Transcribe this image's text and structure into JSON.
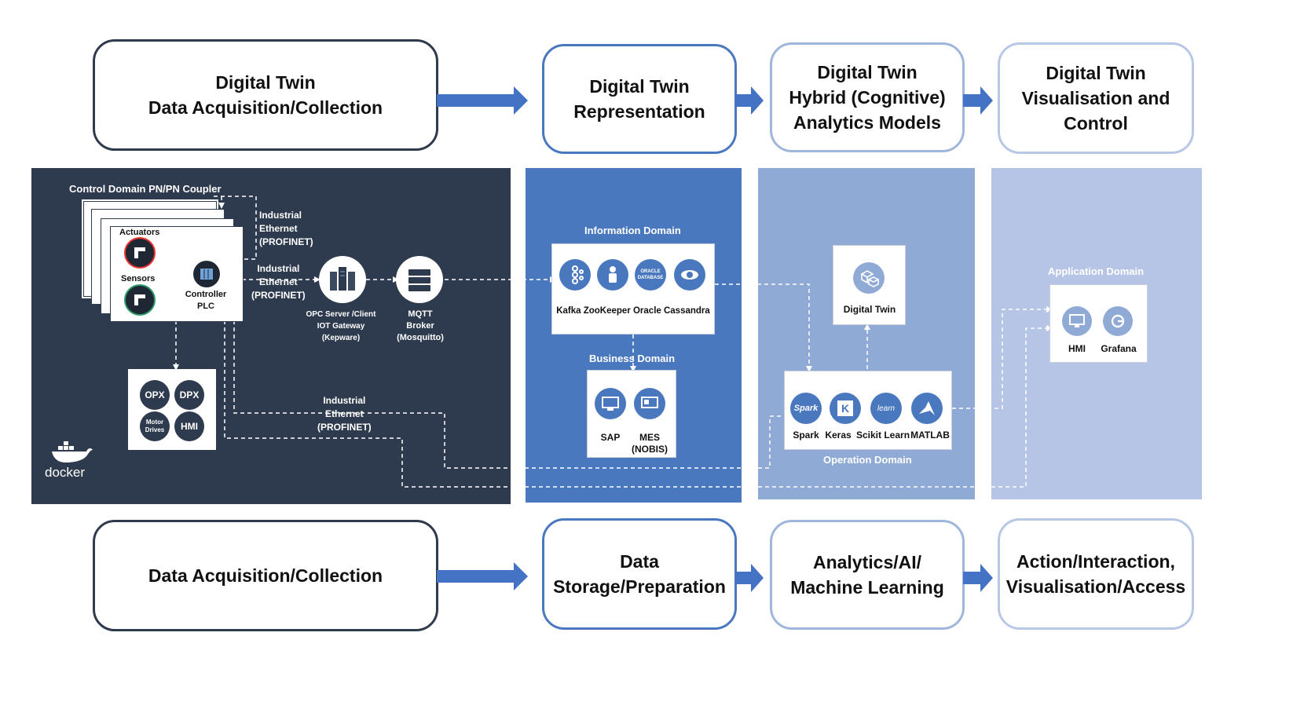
{
  "top_row": [
    {
      "id": "t1",
      "text": "Digital Twin\nData Acquisition/Collection"
    },
    {
      "id": "t2",
      "text": "Digital Twin\nRepresentation"
    },
    {
      "id": "t3",
      "text": "Digital Twin\nHybrid (Cognitive)\nAnalytics Models"
    },
    {
      "id": "t4",
      "text": "Digital Twin\nVisualisation and\nControl"
    }
  ],
  "bottom_row": [
    {
      "id": "b1",
      "text": "Data Acquisition/Collection"
    },
    {
      "id": "b2",
      "text": "Data\nStorage/Preparation"
    },
    {
      "id": "b3",
      "text": "Analytics/AI/\nMachine Learning"
    },
    {
      "id": "b4",
      "text": "Action/Interaction,\nVisualisation/Access"
    }
  ],
  "control_panel": {
    "title": "Control Domain PN/PN Coupler",
    "actuators": "Actuators",
    "sensors": "Sensors",
    "controller": "Controller\nPLC",
    "ethernet_1": "Industrial\nEthernet\n(PROFINET)",
    "ethernet_2": "Industrial\nEthernet\n(PROFINET)",
    "ethernet_3": "Industrial\nEthernet\n(PROFINET)",
    "gateway": "OPC Server /Client\nIOT Gateway\n(Kepware)",
    "mqtt": "MQTT\nBroker\n(Mosquitto)",
    "devices": [
      "OPX",
      "DPX",
      "Motor\nDrives",
      "HMI"
    ],
    "docker": "docker"
  },
  "information_domain": {
    "title": "Information Domain",
    "tools": "Kafka ZooKeeper Oracle Cassandra",
    "oracle_logo": "ORACLE\nDATABASE"
  },
  "business_domain": {
    "title": "Business Domain",
    "sap": "SAP",
    "mes": "MES\n(NOBIS)"
  },
  "digital_twin_box": "Digital Twin",
  "operation_domain": {
    "title": "Operation Domain",
    "spark": "Spark",
    "keras": "Keras",
    "sklearn": "Scikit Learn",
    "matlab": "MATLAB",
    "spark_logo": "Spark",
    "keras_logo": "K",
    "sklearn_logo": "learn"
  },
  "application_domain": {
    "title": "Application Domain",
    "hmi": "HMI",
    "grafana": "Grafana"
  },
  "colors": {
    "dark_panel": "#2e3b4e",
    "blue_panel": "#4a78bf",
    "mid_panel": "#8faad4",
    "light_panel": "#b6c5e5",
    "arrow": "#4472c4"
  }
}
